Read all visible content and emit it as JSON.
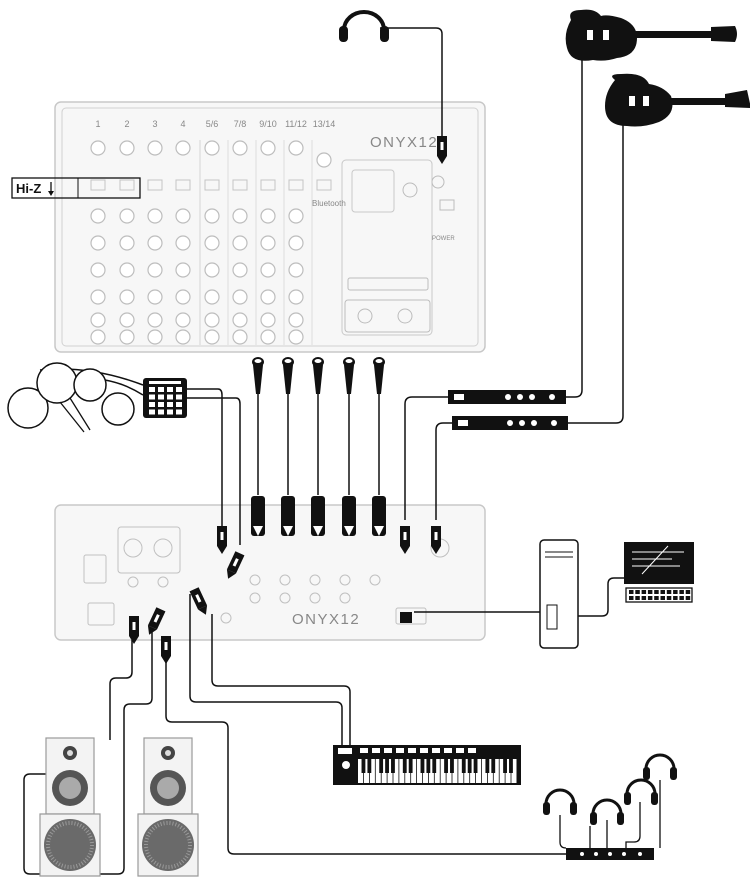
{
  "mixer_top": {
    "brand": "ONYX12",
    "channel_numbers": [
      "1",
      "2",
      "3",
      "4",
      "5/6",
      "7/8",
      "9/10",
      "11/12",
      "13/14"
    ],
    "bluetooth_label": "Bluetooth",
    "hiz_label": "Hi-Z",
    "power_label": "POWER"
  },
  "mixer_rear": {
    "brand": "ONYX12"
  },
  "colors": {
    "line": "#111111",
    "faded": "#b5b5b5",
    "mixer_fill": "#f6f6f6"
  },
  "icons": [
    "headphones-icon",
    "guitar-icon",
    "electric-guitar-icon",
    "drum-kit-icon",
    "drum-pad-icon",
    "microphone-icon",
    "di-box-icon",
    "computer-tower-icon",
    "laptop-icon",
    "keyboard-icon",
    "studio-monitor-icon",
    "headphone-amp-icon",
    "jack-plug-icon"
  ]
}
